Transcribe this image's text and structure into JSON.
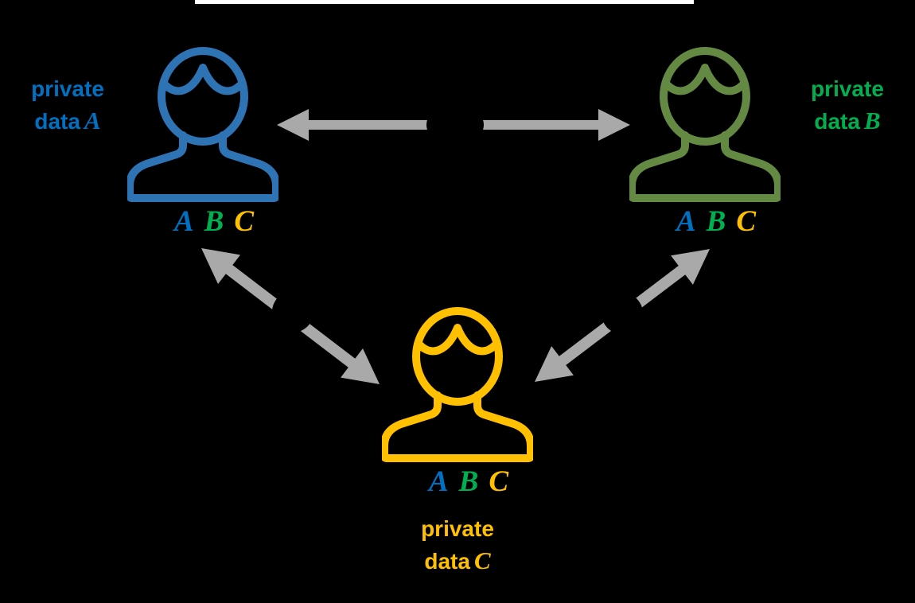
{
  "diagram": {
    "background_color": "#000000",
    "top_box_edge_color": "#FFFFFF",
    "arrow_color": "#A9A9A9",
    "arrow_gap_color": "#000000",
    "abc_row": [
      {
        "char": "A",
        "color": "#0070C0"
      },
      {
        "char": "B",
        "color": "#00B050"
      },
      {
        "char": "C",
        "color": "#FFC000"
      }
    ],
    "parties": [
      {
        "label_line1": "private",
        "label_word": "data",
        "label_letter": "A",
        "text_color": "#0070C0",
        "icon_color": "#2E74B5"
      },
      {
        "label_line1": "private",
        "label_word": "data",
        "label_letter": "B",
        "text_color": "#00B050",
        "icon_color": "#638943"
      },
      {
        "label_line1": "private",
        "label_word": "data",
        "label_letter": "C",
        "text_color": "#FFC000",
        "icon_color": "#FFC000"
      }
    ]
  }
}
